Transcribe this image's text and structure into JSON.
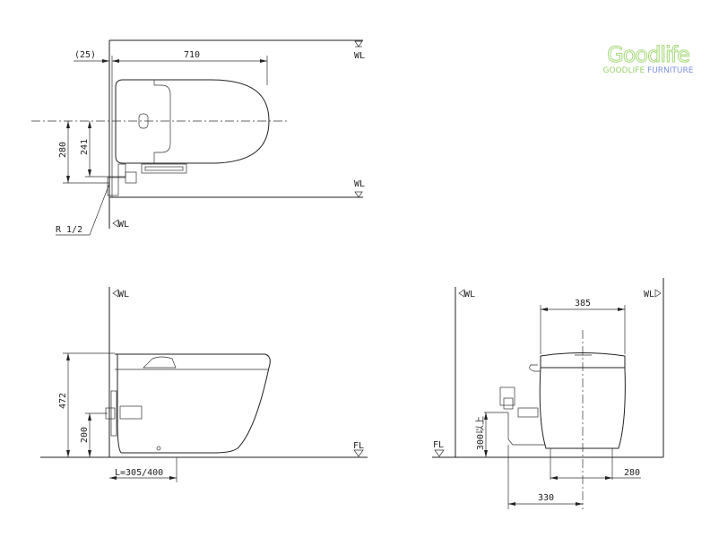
{
  "logo": {
    "word": "Goodlife",
    "sub_green": "GOODLIFE",
    "sub_blue": "FURNITURE",
    "colors": {
      "green": "#9bd26a",
      "blue": "#7f8fdc"
    }
  },
  "top_view": {
    "dim_offset": "(25)",
    "dim_length": "710",
    "dim_280": "280",
    "dim_241": "241",
    "pipe": "R 1/2",
    "wl_top": "WL",
    "wl_bottom": "WL",
    "wl_wall": "WL"
  },
  "side_view": {
    "wl": "WL",
    "height": "472",
    "supply_height": "200",
    "fl": "FL",
    "rough_in": "L=305/400"
  },
  "front_view": {
    "wl_left": "WL",
    "wl_right": "WL",
    "width": "385",
    "outlet_height": "300以上",
    "fl": "FL",
    "foot_span": "280",
    "supply_offset": "330"
  }
}
